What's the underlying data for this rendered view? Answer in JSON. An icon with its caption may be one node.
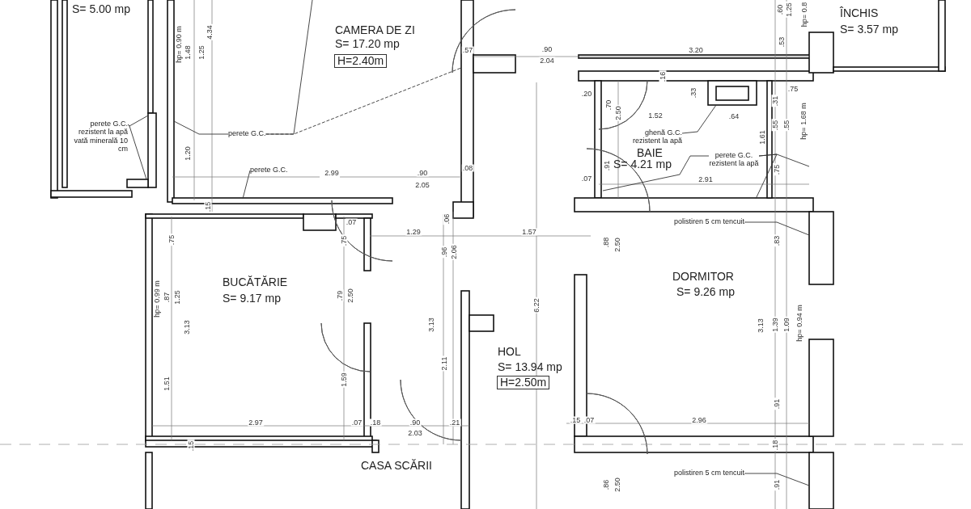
{
  "diagram": {
    "nodes": [
      {
        "text": [
          "perete G.C. rezistent la apă vată minerală 10 cm"
        ]
      },
      {
        "text": [
          "perete G.C."
        ]
      },
      {
        "text": [
          "perete G.C."
        ]
      },
      {
        "text": [
          "ghenă G.C. rezistent la apă"
        ]
      },
      {
        "text": [
          "perete G.C. rezistent la apă"
        ]
      },
      {
        "text": [
          "polistiren 5 cm tencuit"
        ]
      },
      {
        "text": [
          "polistiren 5 cm tencuit"
        ]
      },
      {
        "text": [
          "H=2.40m"
        ]
      },
      {
        "text": [
          "H=2.50m"
        ]
      }
    ],
    "edges": [
      {
        "from": 0,
        "to": null,
        "arrow": "none"
      },
      {
        "from": 0,
        "to": null,
        "arrow": "none"
      },
      {
        "from": 1,
        "to": null,
        "arrow": "none"
      },
      {
        "from": 1,
        "to": null,
        "arrow": "none"
      },
      {
        "from": 1,
        "to": null,
        "arrow": "none",
        "style": "dashed"
      },
      {
        "from": 2,
        "to": null,
        "arrow": "none"
      },
      {
        "from": 3,
        "to": null,
        "arrow": "none"
      },
      {
        "from": 4,
        "to": null,
        "arrow": "none"
      },
      {
        "from": 4,
        "to": null,
        "arrow": "none"
      },
      {
        "from": 4,
        "to": null,
        "arrow": "none"
      },
      {
        "from": 5,
        "to": null,
        "arrow": "none"
      },
      {
        "from": 6,
        "to": null,
        "arrow": "none"
      }
    ],
    "labels": [
      "S= 5.00 mp",
      "CAMERA DE ZI",
      "S= 17.20 mp",
      "ÎNCHIS",
      "S= 3.57 mp",
      "BAIE",
      "S= 4.21 mp",
      "BUCĂTĂRIE",
      "S= 9.17 mp",
      "DORMITOR",
      "S= 9.26 mp",
      "HOL",
      "S= 13.94 mp",
      "CASA SCĂRII",
      "hp= 0.90 m",
      "1.48",
      "1.25",
      "4.34",
      "1.20",
      ".15",
      ".57",
      ".90",
      "2.04",
      "3.20",
      ".60",
      "1.25",
      "hp= 0.8",
      ".53",
      ".16",
      ".33",
      ".20",
      ".70",
      "2.50",
      "1.52",
      ".64",
      ".75",
      ".31",
      "hp= 1.68 m",
      ".55",
      ".55",
      "1.61",
      ".91",
      ".07",
      ".75",
      "2.91",
      "2.99",
      ".90",
      "2.05",
      ".08",
      ".07",
      ".75",
      ".75",
      "1.29",
      ".06",
      ".96",
      "2.06",
      "1.57",
      ".88",
      "2.50",
      ".83",
      "hp= 0.99 m",
      ".87",
      "1.25",
      "3.13",
      ".79",
      "2.50",
      "3.13",
      "6.22",
      "3.13",
      "1.39",
      "1.09",
      "hp= 0.94 m",
      "1.51",
      "1.59",
      "2.11",
      ".91",
      "2.97",
      ".07",
      ".18",
      ".90",
      ".21",
      "2.03",
      ".15",
      ".07",
      "2.96",
      ".15",
      ".18",
      ".86",
      "2.50",
      ".91"
    ]
  }
}
